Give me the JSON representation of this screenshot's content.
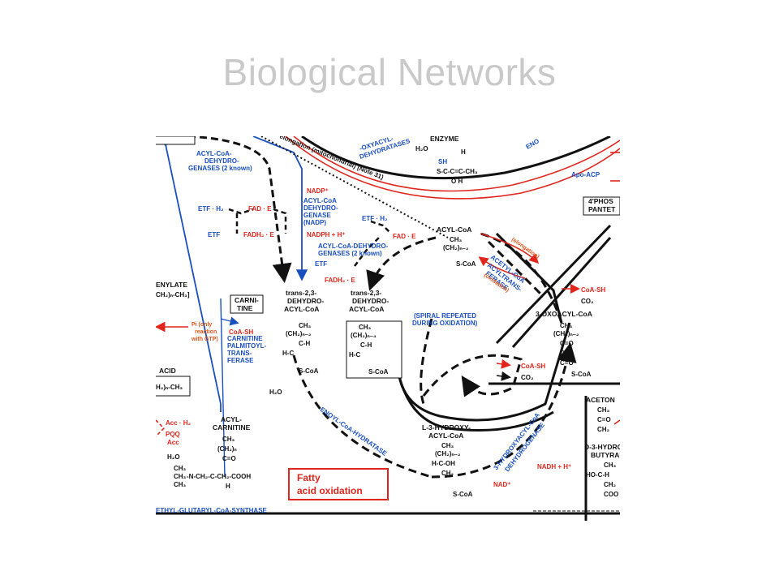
{
  "slide": {
    "title": "Biological Networks"
  },
  "diagram": {
    "box_label": [
      "Fatty",
      "acid oxidation"
    ],
    "compounds": {
      "acyl_coa_top": "ACYL-CoA",
      "trans_left": [
        "trans-2,3-",
        "DEHYDRO-",
        "ACYL-CoA"
      ],
      "trans_center": [
        "trans-2,3-",
        "DEHYDRO-",
        "ACYL-CoA"
      ],
      "oxoacyl": "3-OXOACYL-CoA",
      "hydroxy": [
        "L-3-HYDROXY-",
        "ACYL-CoA"
      ],
      "acyl_carnitine": [
        "ACYL-",
        "CARNITINE"
      ],
      "enzyme": "ENZYME",
      "enylate": "ENYLATE",
      "acid": "ACID",
      "aceton": "ACETON",
      "d3hydro": [
        "D-3-HYDRO",
        "BUTYRA"
      ],
      "carnitine_box": [
        "CARNI-",
        "TINE"
      ],
      "phos": [
        "4'PHOS",
        "PANTET"
      ]
    },
    "enzymes_blue": {
      "acyl_dehydro_left": [
        "ACYL-CoA-",
        "DEHYDRO-",
        "GENASES (2 known)"
      ],
      "acyl_dehydro_nadp": [
        "ACYL-CoA",
        "DEHYDRO-",
        "GENASE",
        "(NADP)"
      ],
      "acyl_dehydro_center": [
        "ACYL-CoA-DEHYDRO-",
        "GENASES (2 known)"
      ],
      "carnitine_palm": [
        "CARNITINE",
        "PALMITOYL-",
        "TRANS-",
        "FERASE"
      ],
      "acetyl_trans": [
        "ACETYL-CoA",
        "ACYLTRANS-",
        "FERASE"
      ],
      "enoyl": "ENOYL-CoA-HYDRATASE",
      "hydroxyacyl": [
        "3-HYDROXYACYL-CoA",
        "DEHYDROGENASE"
      ],
      "spiral": [
        "(SPIRAL REPEATED",
        "DURING OXIDATION)"
      ],
      "dehydratases": [
        "-OXYACYL-",
        "DEHYDRATASES"
      ],
      "apo_acp": "Apo-ACP",
      "eno": "ENO",
      "bottom_synthase": "ETHYL-GLUTARYL-CoA-SYNTHASE"
    },
    "cofactors": {
      "etf_h2_left": "ETF · H₂",
      "etf_left": "ETF",
      "fad_e_left": "FAD · E",
      "fadh2_e_left": "FADH₂ · E",
      "nadp": "NADP⁺",
      "nadph": "NADPH + H⁺",
      "etf_h2_center": "ETF · H₂",
      "fad_e_center": "FAD · E",
      "etf_center": "ETF",
      "fadh2_e_center": "FADH₂ · E",
      "coa_sh_left": "CoA-SH",
      "coa_sh_right": "CoA-SH",
      "co2_right": "CO₂",
      "coa_sh_mid": "CoA-SH",
      "co2_mid": "CO₂",
      "h2o": "H₂O",
      "h2o_top": "H₂O",
      "h2o_left": "H₂O",
      "nadh": "NADH + H⁺",
      "nad": "NAD⁺",
      "pi_note": [
        "Pi (only",
        "reaction",
        "with GTP)"
      ],
      "acc_h2": "Acc · H₂",
      "pqq": "PQQ",
      "acc": "Acc"
    },
    "notes": {
      "elongation_mito": "elongation (mitochondrial) (Note 31)",
      "elongation": "(elongation)",
      "oxidation": "(oxidation)"
    },
    "formula_fragments": {
      "ch3": "CH₃",
      "ch2n2": "(CH₂)ₙ₋₂",
      "ch2n4": "(CH₂)ₙ₋₄",
      "ch2n": "(CH₂)ₙ",
      "scoa": "S-CoA",
      "c_h": "C-H",
      "h_c": "H-C",
      "c_o": "C=O",
      "ch2": "CH₂",
      "h_c_oh": "H-C-OH",
      "enylate_frag": "CH₂)ₙ-CH₃]",
      "acid_frag": "H₂)ₙ-CH₃",
      "sh": "SH",
      "enzyme_chain": "S-C-C=C-CH₃",
      "o_h": "O    H",
      "h_top": "H",
      "carnitine_chain": "-N-CH₂-C-CH₂-COOH",
      "carnitine_h": "H",
      "aceton_frag": [
        "CH₃",
        "C=O",
        "CH₂"
      ],
      "butyra_frag": [
        "CH₃",
        "HO-C-H",
        "CH₂",
        "COO"
      ]
    },
    "colors": {
      "black": "#111111",
      "blue": "#1a4fbf",
      "red": "#e0261c",
      "orange": "#e0561c",
      "title_gray": "#c9c9c9"
    }
  }
}
